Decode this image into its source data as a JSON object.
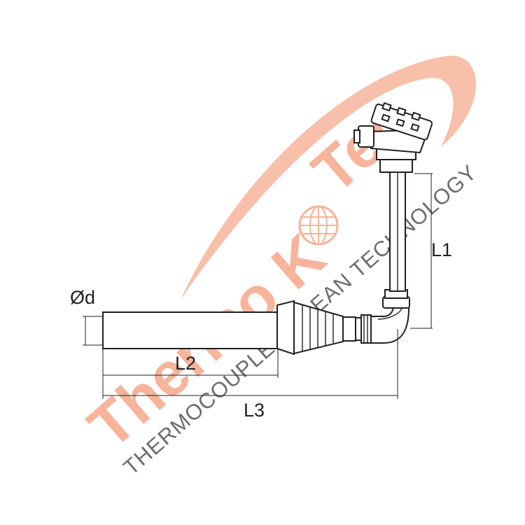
{
  "watermark": {
    "brand_left": "Thermo K",
    "brand_right": "Tec",
    "tagline": "THERMOCOUPLE KOREAN TECHNOLOGY",
    "brand_color": "#f7b49b",
    "tagline_color": "#6d6d6d"
  },
  "dimensions": {
    "diameter": "Ød",
    "l1": "L1",
    "l2": "L2",
    "l3": "L3"
  },
  "colors": {
    "line": "#231f20"
  }
}
